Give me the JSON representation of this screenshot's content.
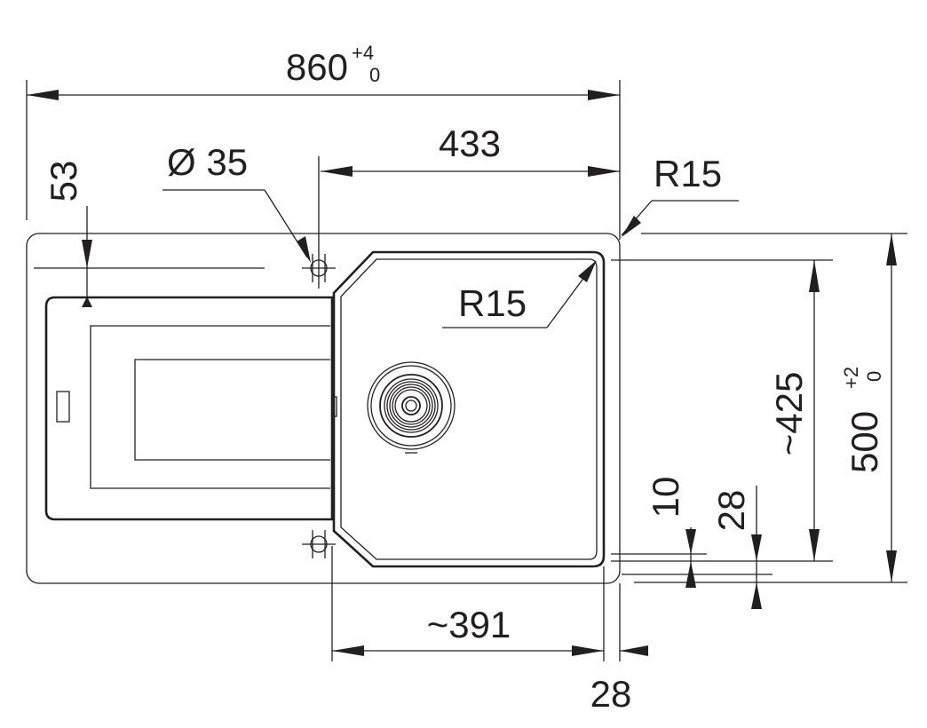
{
  "dimensions": {
    "overall_width": {
      "value": "860",
      "tol_upper": "+4",
      "tol_lower": "0"
    },
    "bowl_width": {
      "value": "433"
    },
    "tap_hole": {
      "value": "Ø 35"
    },
    "edge_offset": {
      "value": "53"
    },
    "outer_radius": {
      "value": "R15"
    },
    "bowl_radius": {
      "value": "R15"
    },
    "bowl_depth": {
      "value": "~425"
    },
    "overall_depth": {
      "value": "500",
      "tol_upper": "+2",
      "tol_lower": "0"
    },
    "bottom_gap_small": {
      "value": "10"
    },
    "bottom_gap": {
      "value": "28"
    },
    "bowl_inner_width": {
      "value": "~391"
    },
    "right_margin": {
      "value": "28"
    }
  }
}
